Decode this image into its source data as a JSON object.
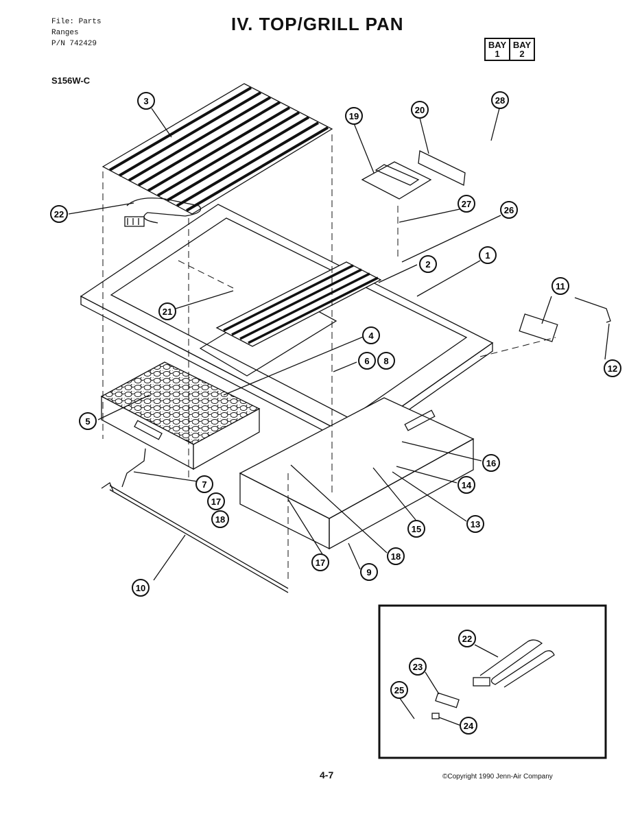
{
  "file_info": {
    "line1": "File: Parts",
    "line2": "Ranges",
    "line3": "P/N 742429"
  },
  "title": "IV.  TOP/GRILL PAN",
  "bay": {
    "label": "BAY",
    "bay1": "1",
    "bay2": "2"
  },
  "model": "S156W-C",
  "callouts": {
    "c1": "1",
    "c2": "2",
    "c3": "3",
    "c4": "4",
    "c5": "5",
    "c6": "6",
    "c7": "7",
    "c8": "8",
    "c9": "9",
    "c10": "10",
    "c11": "11",
    "c12": "12",
    "c13": "13",
    "c14": "14",
    "c15": "15",
    "c16": "16",
    "c17": "17",
    "c18": "18",
    "c19": "19",
    "c20": "20",
    "c21": "21",
    "c22": "22",
    "c26": "26",
    "c27": "27",
    "c28": "28",
    "c7_17": "17",
    "c7_18": "18",
    "inset_22": "22",
    "inset_23": "23",
    "inset_24": "24",
    "inset_25": "25"
  },
  "footer": {
    "page_number": "4-7",
    "copyright": "©Copyright 1990 Jenn-Air Company"
  },
  "colors": {
    "ink": "#111111",
    "paper": "#ffffff"
  }
}
